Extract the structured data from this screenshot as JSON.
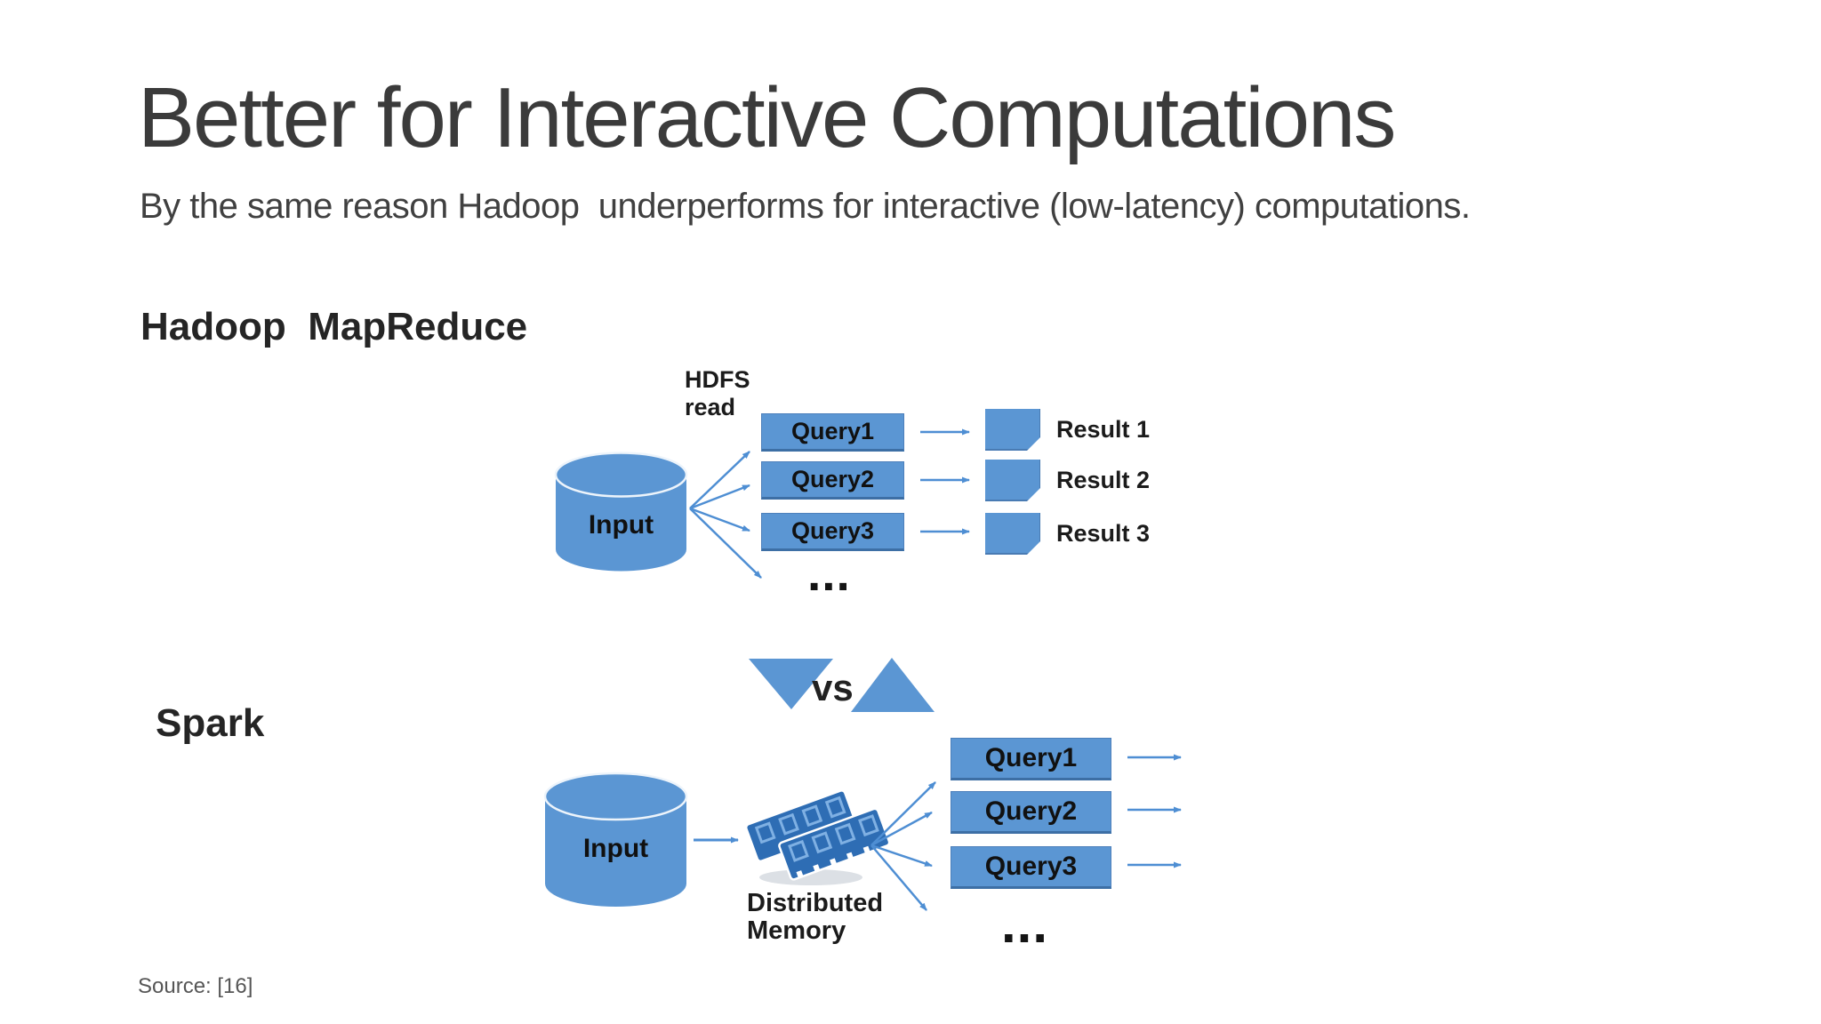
{
  "title": "Better for Interactive Computations",
  "subtitle": "By the same reason Hadoop  underperforms for interactive (low-latency) computations.",
  "source": "Source: [16]",
  "vs_label": "vs",
  "hadoop": {
    "heading": "Hadoop  MapReduce",
    "hdfs_label": "HDFS\nread",
    "input_label": "Input",
    "queries": [
      "Query1",
      "Query2",
      "Query3"
    ],
    "results": [
      "Result 1",
      "Result 2",
      "Result 3"
    ],
    "ellipsis": "..."
  },
  "spark": {
    "heading": "Spark",
    "input_label": "Input",
    "memory_label": "Distributed\nMemory",
    "queries": [
      "Query1",
      "Query2",
      "Query3"
    ],
    "ellipsis": "..."
  },
  "colors": {
    "shape_blue": "#5B96D3",
    "ram_blue": "#2E6DB4",
    "arrow_blue": "#4E8ED3",
    "text_dark": "#1F1F1F",
    "title_gray": "#3B3B3B",
    "source_gray": "#565656"
  }
}
